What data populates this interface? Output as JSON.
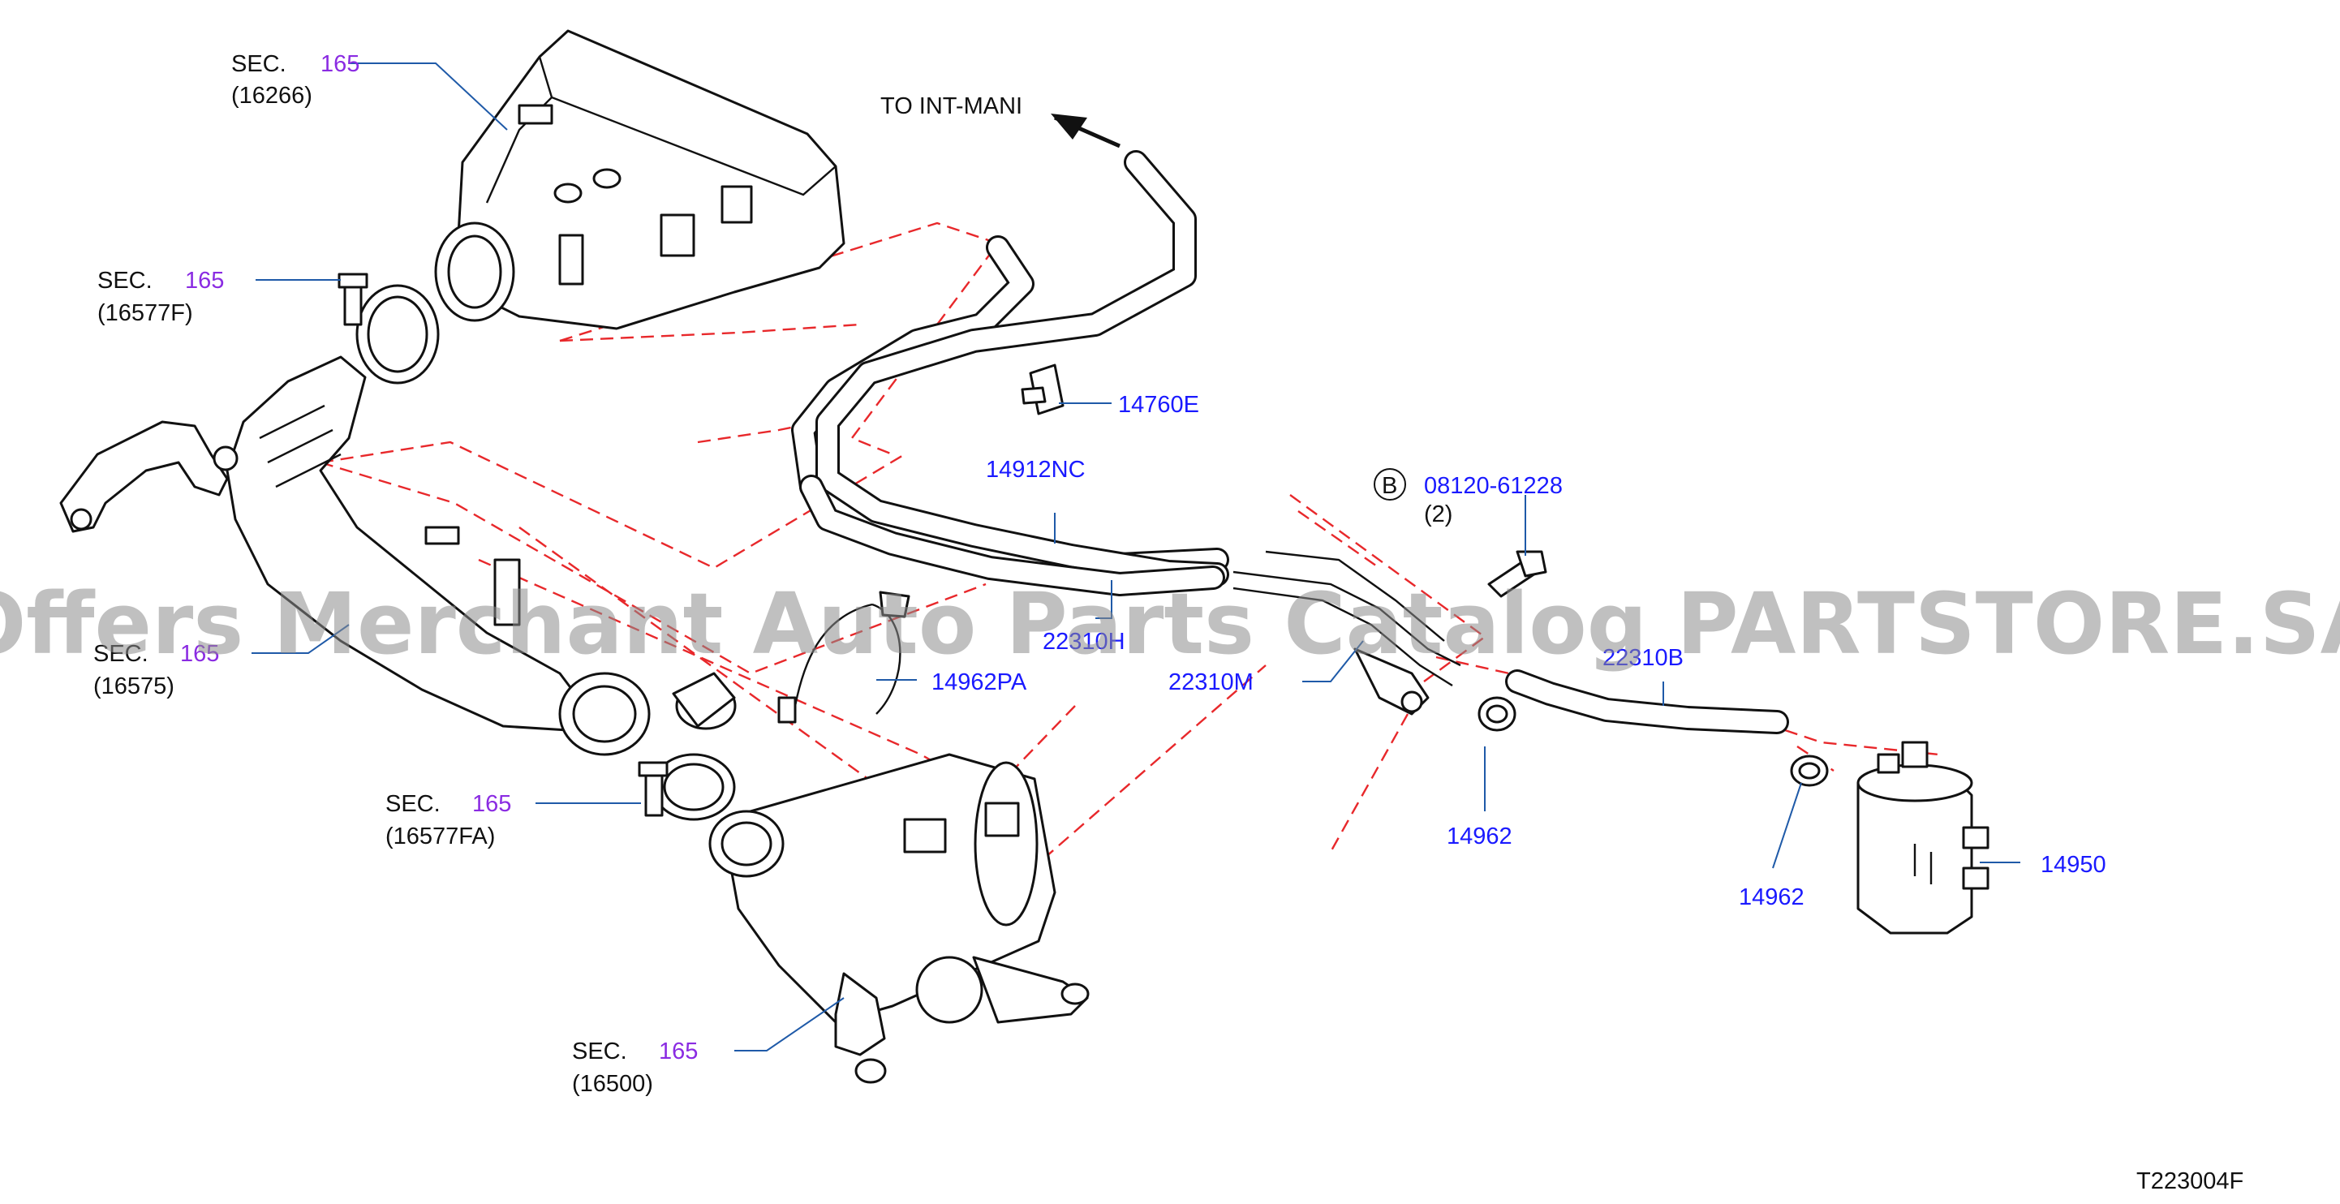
{
  "watermark": "Offers Merchant Auto Parts Catalog PARTSTORE.SA",
  "diagram_code": "T223004F",
  "direction_note": "TO   INT-MANI",
  "callout_symbol": "B",
  "sec_labels": [
    {
      "prefix": "SEC.",
      "num": "165",
      "ref": "(16266)"
    },
    {
      "prefix": "SEC.",
      "num": "165",
      "ref": "(16577F)"
    },
    {
      "prefix": "SEC.",
      "num": "165",
      "ref": "(16575)"
    },
    {
      "prefix": "SEC.",
      "num": "165",
      "ref": "(16577FA)"
    },
    {
      "prefix": "SEC.",
      "num": "165",
      "ref": "(16500)"
    }
  ],
  "parts": {
    "p14760E": "14760E",
    "p14912NC": "14912NC",
    "p22310H": "22310H",
    "p14962PA": "14962PA",
    "p22310M": "22310M",
    "p08120": "08120-61228",
    "p08120_qty": "(2)",
    "p22310B": "22310B",
    "p14962a": "14962",
    "p14962b": "14962",
    "p14950": "14950"
  },
  "colors": {
    "part_number": "#1a1aff",
    "section_number": "#8a2be2",
    "leader_line": "#1f5aa8",
    "reference_dash": "#e8282b"
  }
}
